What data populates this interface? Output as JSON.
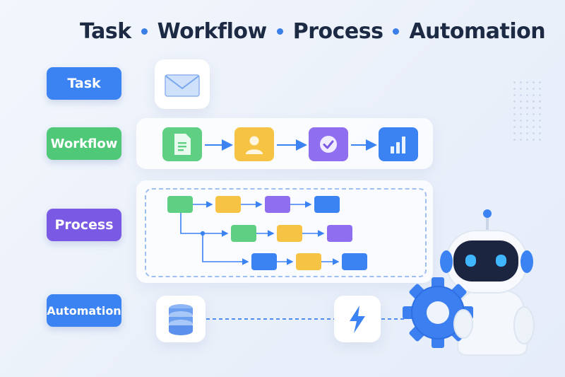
{
  "header": {
    "items": [
      "Task",
      "Workflow",
      "Process",
      "Automation"
    ]
  },
  "labels": {
    "task": "Task",
    "workflow": "Workflow",
    "process": "Process",
    "automation": "Automation"
  },
  "colors": {
    "blue": "#3b82f2",
    "green": "#4fc977",
    "purple": "#7a5ae4",
    "yellow": "#f6c344",
    "title": "#1c2a44"
  },
  "icons": {
    "task": "envelope-icon",
    "workflow": [
      "document-icon",
      "user-icon",
      "check-icon",
      "bar-chart-icon"
    ],
    "automation": [
      "database-icon",
      "lightning-icon"
    ],
    "robot": [
      "robot-icon",
      "gear-icon"
    ]
  }
}
